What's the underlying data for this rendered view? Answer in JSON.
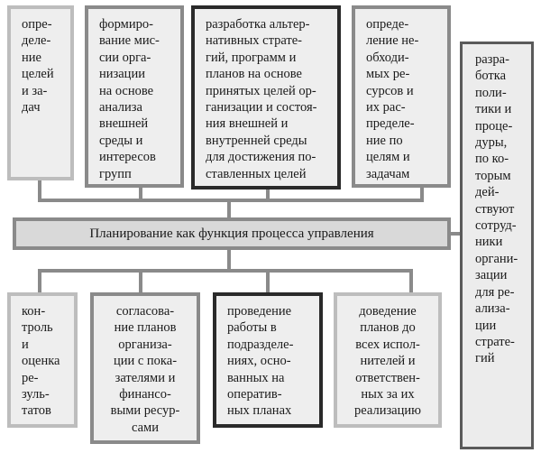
{
  "top_boxes": [
    "опре-\nделе-\nние\nцелей\nи за-\nдач",
    "формиро-\nвание мис-\nсии орга-\nнизации\nна основе\nанализа\nвнешней\nсреды и\nинтересов\nгрупп",
    "разработка альтер-\nнативных страте-\nгий, программ и\nпланов на основе\nпринятых целей ор-\nганизации и состоя-\nния внешней и\nвнутренней среды\nдля достижения по-\nставленных целей",
    "опреде-\nление не-\nобходи-\nмых ре-\nсурсов и\nих рас-\nпределе-\nние по\nцелям и\nзадачам"
  ],
  "center_label": "Планирование как функция процесса управления",
  "bottom_boxes": [
    "кон-\nтроль\nи\nоценка\nре-\nзуль-\nтатов",
    "согласова-\nние планов\nорганиза-\nции с пока-\nзателями и\nфинансо-\nвыми ресур-\nсами",
    "проведение\nработы в\nподразделе-\nниях, осно-\nванных на\nоператив-\nных планах",
    "доведение\nпланов до\nвсех испол-\nнителей и\nответствен-\nных за их\nреализацию"
  ],
  "right_box": "разра-\nботка\nполи-\nтики и\nпроце-\nдуры,\nпо ко-\nторым\nдей-\nствуют\nсотруд-\nники\nоргани-\nзации\nдля ре-\nализа-\nции\nстрате-\nгий"
}
